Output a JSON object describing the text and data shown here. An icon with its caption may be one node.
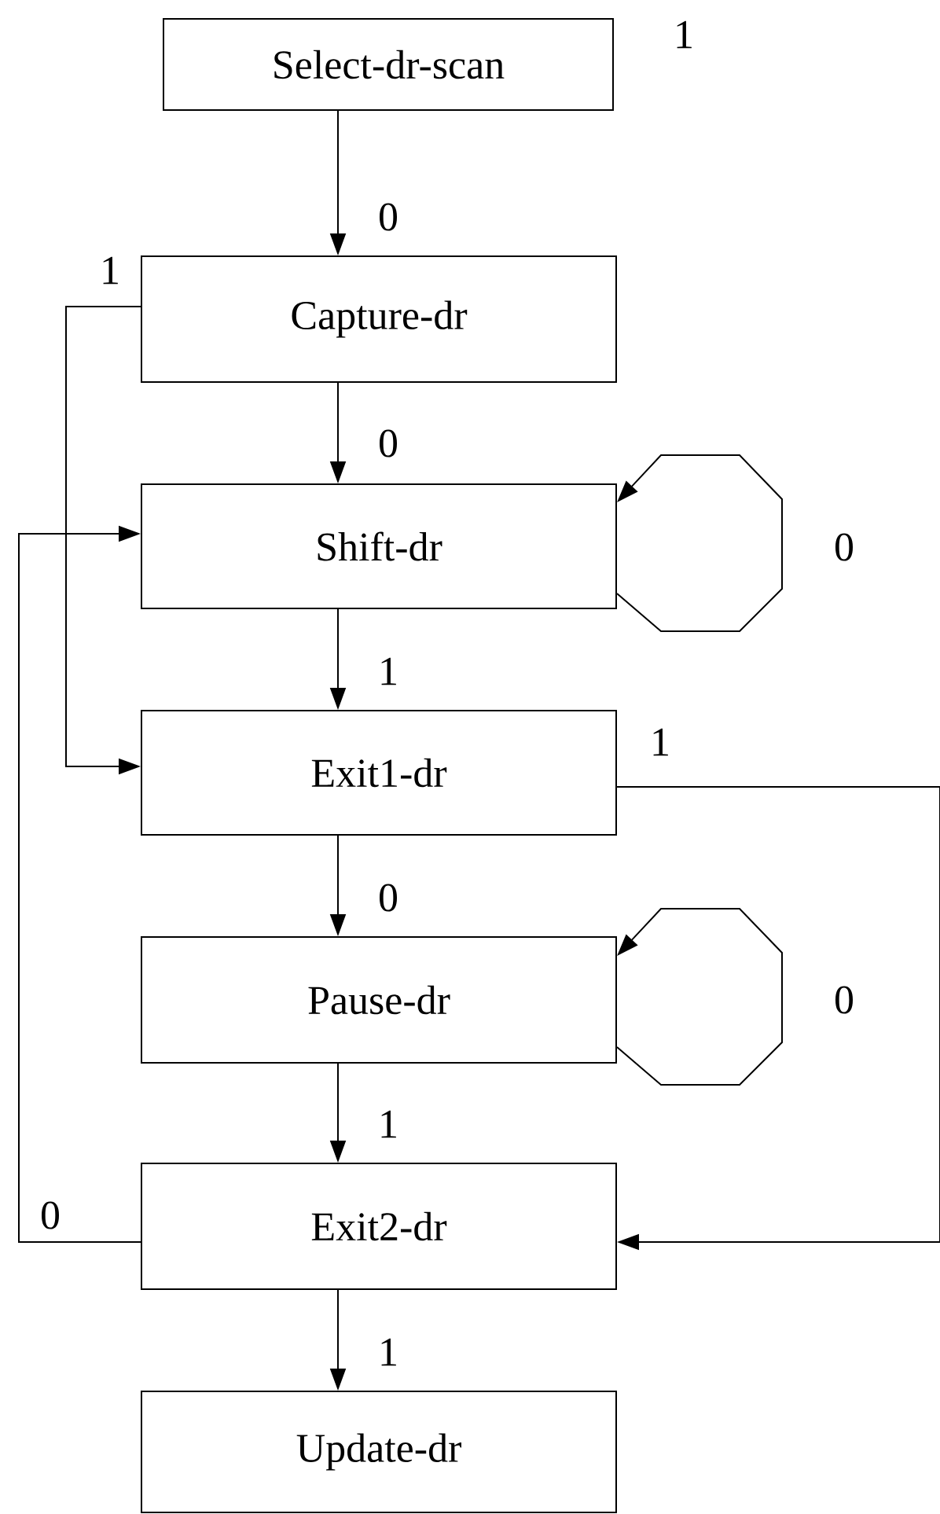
{
  "diagram": {
    "nodes": [
      {
        "text": [
          "Select-dr-scan"
        ]
      },
      {
        "text": [
          "Capture-dr"
        ]
      },
      {
        "text": [
          "Shift-dr"
        ]
      },
      {
        "text": [
          "Exit1-dr"
        ]
      },
      {
        "text": [
          "Pause-dr"
        ]
      },
      {
        "text": [
          "Exit2-dr"
        ]
      },
      {
        "text": [
          "Update-dr"
        ]
      }
    ],
    "edges": [
      {
        "from": 0,
        "to": 1,
        "arrow": "to",
        "label": "0"
      },
      {
        "from": 1,
        "to": 2,
        "arrow": "to",
        "label": "0"
      },
      {
        "from": 2,
        "to": 3,
        "arrow": "to",
        "label": "1"
      },
      {
        "from": 3,
        "to": 4,
        "arrow": "to",
        "label": "0"
      },
      {
        "from": 4,
        "to": 5,
        "arrow": "to",
        "label": "1"
      },
      {
        "from": 5,
        "to": 6,
        "arrow": "to",
        "label": "1"
      },
      {
        "from": 2,
        "to": 2,
        "arrow": "to",
        "label": "0"
      },
      {
        "from": 4,
        "to": 4,
        "arrow": "to",
        "label": "0"
      },
      {
        "from": 1,
        "to": 3,
        "arrow": "to",
        "label": "1"
      },
      {
        "from": 3,
        "to": 5,
        "arrow": "to",
        "label": "1"
      },
      {
        "from": 5,
        "to": 2,
        "arrow": "to",
        "label": "0"
      }
    ],
    "labels": [
      "1"
    ]
  }
}
